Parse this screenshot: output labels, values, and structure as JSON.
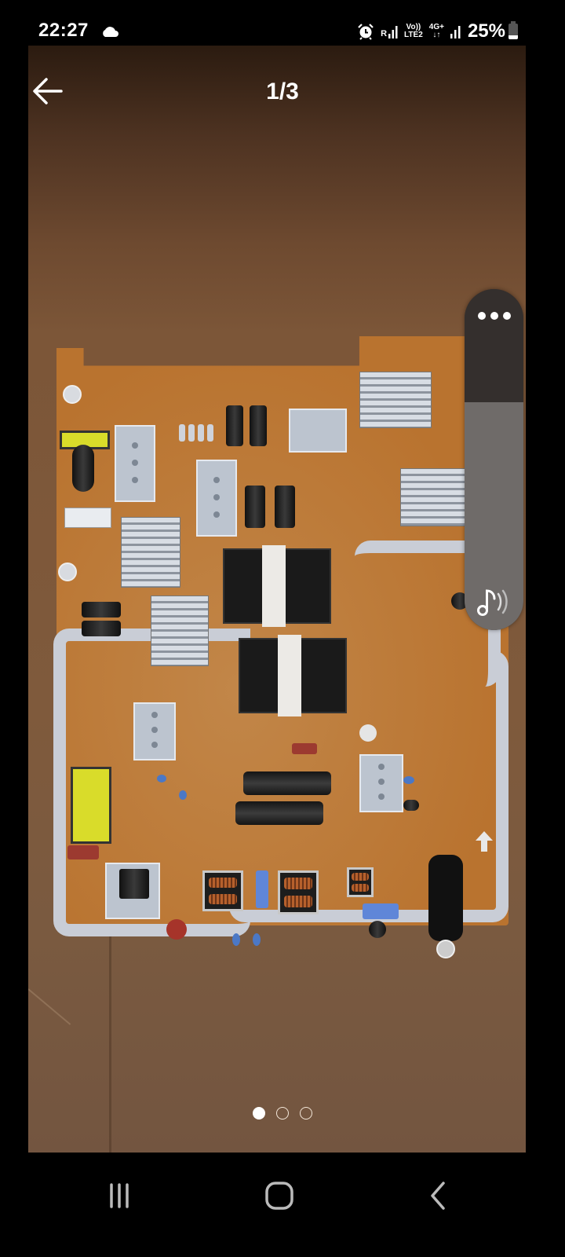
{
  "status_bar": {
    "time": "22:27",
    "weather_icon": "cloud-icon",
    "alarm_icon": "alarm-clock-icon",
    "sim1_label": "R",
    "volte_label_top": "Vo))",
    "volte_label_bottom": "LTE2",
    "network_type": "4G+",
    "data_arrows": "↓↑",
    "battery_percent": "25%",
    "battery_level": 25
  },
  "viewer": {
    "back_icon": "arrow-left-icon",
    "page_counter": "1/3",
    "current_page": 1,
    "total_pages": 3,
    "image_description": "Photo of a TV power supply circuit board (PCB) lying on brown cardboard"
  },
  "volume_panel": {
    "more_icon": "more-horizontal-icon",
    "media_icon": "music-note-volume-icon",
    "level_percent": 67
  },
  "pagination": {
    "dots": [
      {
        "state": "active"
      },
      {
        "state": "inactive"
      },
      {
        "state": "inactive"
      }
    ]
  },
  "nav_bar": {
    "recents_icon": "recent-apps-icon",
    "home_icon": "home-icon",
    "back_icon": "back-chevron-icon"
  },
  "colors": {
    "background": "#000000",
    "pcb": "#b9732f",
    "cardboard": "#7f5a3c",
    "volume_track": "#342f2d",
    "volume_fill": "#6f6b69"
  }
}
